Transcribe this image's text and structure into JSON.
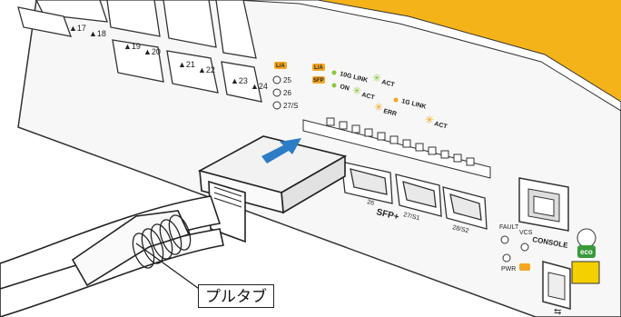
{
  "ports": {
    "labels": [
      "▲17",
      "▲18",
      "▲19",
      "▲20",
      "▲21",
      "▲22",
      "▲23",
      "▲24"
    ]
  },
  "leds_left": [
    "L/A",
    "25",
    "26",
    "27/S"
  ],
  "legend": {
    "la_tag": "L/A",
    "sfp_tag": "SFP",
    "link_10g": "10G LINK",
    "on": "ON",
    "act1": "ACT",
    "act2": "ACT",
    "link_1g": "1G LINK",
    "err": "ERR",
    "act3": "ACT"
  },
  "sfp_labels": {
    "p26": "26",
    "sfp_plus": "SFP+",
    "p27": "27/S1",
    "p28": "28/S2"
  },
  "status": {
    "fault": "FAULT",
    "vcs": "VCS",
    "pwr": "PWR"
  },
  "console_label": "CONSOLE",
  "eco_label": "eco",
  "callout_label": "プルタブ",
  "colors": {
    "yellow_band": "#f5b31a",
    "arrow_blue": "#2c7cc6",
    "led_green": "#8dc63f",
    "led_orange": "#f5a623"
  }
}
